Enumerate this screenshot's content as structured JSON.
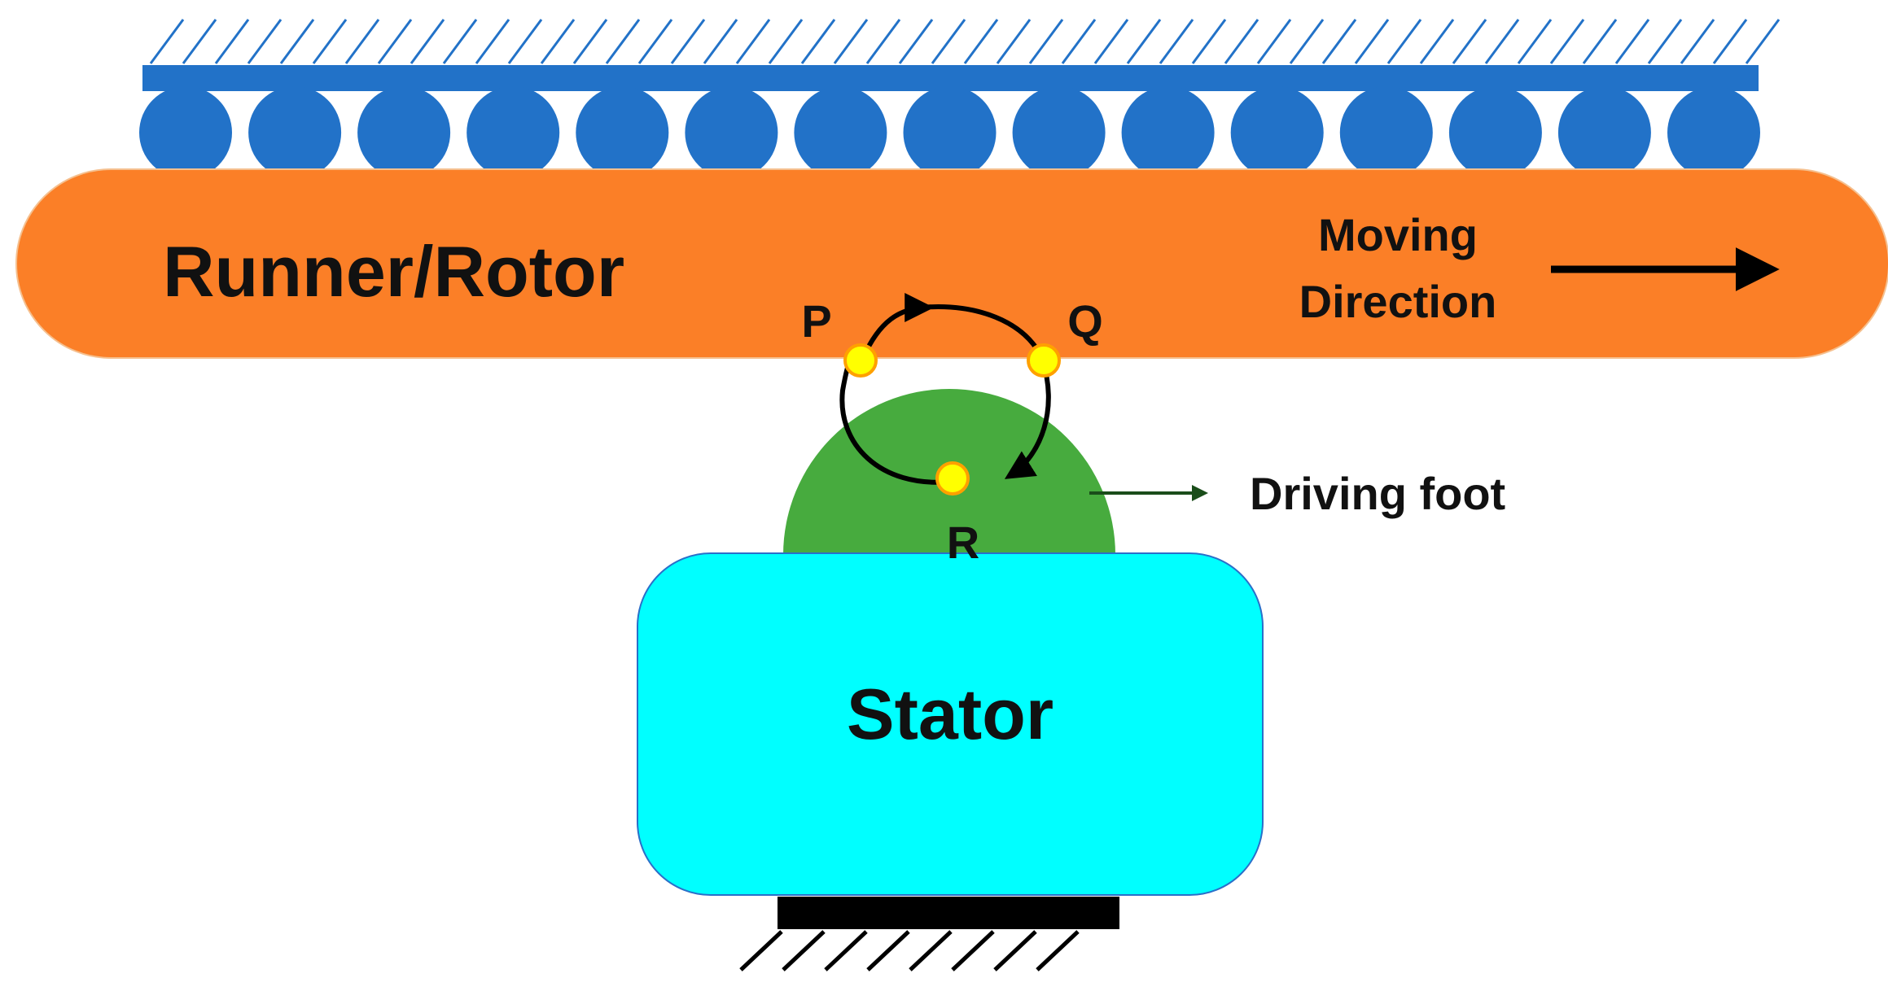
{
  "labels": {
    "runner": "Runner/Rotor",
    "moving_line1": "Moving",
    "moving_line2": "Direction",
    "point_p": "P",
    "point_q": "Q",
    "point_r": "R",
    "driving_foot": "Driving foot",
    "stator": "Stator"
  },
  "colors": {
    "rail": "#2272c8",
    "ball": "#2272c8",
    "runner": "#fb7f27",
    "foot": "#47ab3e",
    "stator": "#00ffff",
    "stator_border": "#2a6fc9",
    "point_fill": "#ffff00",
    "point_stroke": "#ffa000",
    "base": "#000000",
    "pointer_arrow": "#1a4d1a"
  },
  "bearing_ball_count": 15
}
